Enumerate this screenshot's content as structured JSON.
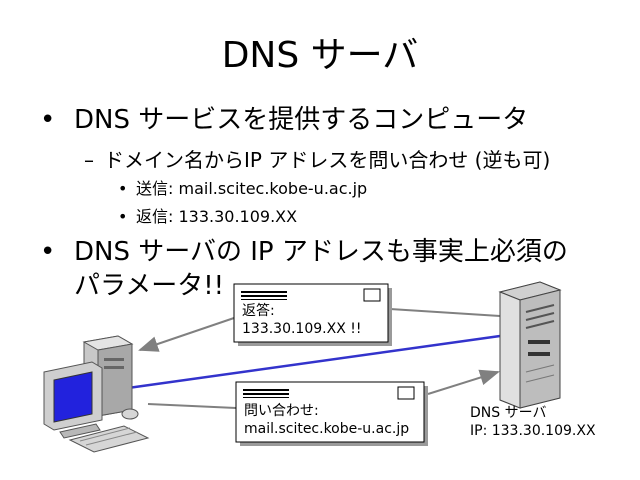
{
  "slide": {
    "title": "DNS サーバ",
    "bullets": [
      {
        "marker": "•",
        "text": "DNS サービスを提供するコンピュータ"
      },
      {
        "marker": "–",
        "text": "ドメイン名からIP アドレスを問い合わせ (逆も可)"
      },
      {
        "marker": "•",
        "text": "送信: mail.scitec.kobe-u.ac.jp"
      },
      {
        "marker": "•",
        "text": "返信: 133.30.109.XX"
      },
      {
        "marker": "•",
        "text": "DNS サーバの IP アドレスも事実上必須の"
      },
      {
        "marker": "",
        "text": "パラメータ!!"
      }
    ]
  },
  "diagram": {
    "reply_envelope": {
      "line1": "返答:",
      "line2": "133.30.109.XX !!"
    },
    "query_envelope": {
      "line1": "問い合わせ:",
      "line2": "mail.scitec.kobe-u.ac.jp"
    },
    "server_caption": {
      "line1": "DNS サーバ",
      "line2": "IP: 133.30.109.XX"
    },
    "colors": {
      "link": "#3333cc",
      "arrow": "#808080",
      "monitor_screen": "#2222dd"
    }
  }
}
